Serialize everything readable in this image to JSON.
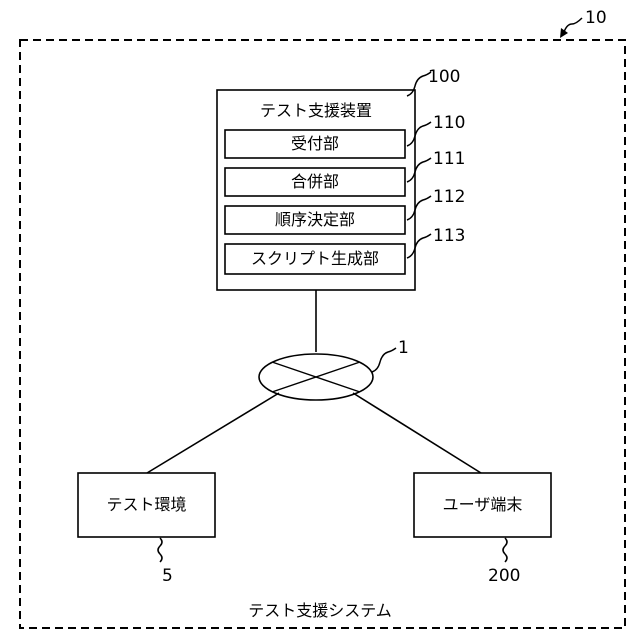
{
  "system": {
    "label": "テスト支援システム",
    "ref": "10"
  },
  "device": {
    "title": "テスト支援装置",
    "ref": "100",
    "units": [
      {
        "label": "受付部",
        "ref": "110"
      },
      {
        "label": "合併部",
        "ref": "111"
      },
      {
        "label": "順序決定部",
        "ref": "112"
      },
      {
        "label": "スクリプト生成部",
        "ref": "113"
      }
    ]
  },
  "network": {
    "ref": "1"
  },
  "test_env": {
    "label": "テスト環境",
    "ref": "5"
  },
  "user_terminal": {
    "label": "ユーザ端末",
    "ref": "200"
  }
}
